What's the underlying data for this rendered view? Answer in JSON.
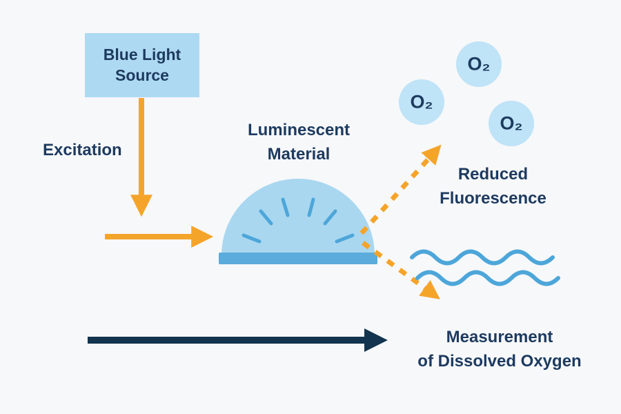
{
  "diagram": {
    "blue_light_source": {
      "label": "Blue Light Source"
    },
    "excitation": {
      "label": "Excitation"
    },
    "luminescent_material": {
      "label": "Luminescent Material"
    },
    "o2_molecules": [
      {
        "label": "O₂"
      },
      {
        "label": "O₂"
      },
      {
        "label": "O₂"
      }
    ],
    "reduced_fluorescence": {
      "label": "Reduced Fluorescence"
    },
    "measurement": {
      "lines": [
        "Measurement",
        "of Dissolved Oxygen"
      ]
    }
  },
  "icons": {
    "excitation_arrow": "down-arrow-icon",
    "input_light_arrow": "right-arrow-icon",
    "fluorescence_arrows": "dashed-arrow-icon",
    "process_arrow": "right-arrow-icon"
  },
  "colors": {
    "background": "#f7f8fa",
    "text_navy": "#1d3a5f",
    "orange": "#f5a42a",
    "box_blue": "#aed9f2",
    "dome_blue": "#a9d7f0",
    "dome_base_blue": "#5babdc",
    "o2_circle_blue": "#bfe3f7",
    "wave_blue": "#4da6d9",
    "dark_arrow_navy": "#12344e"
  }
}
